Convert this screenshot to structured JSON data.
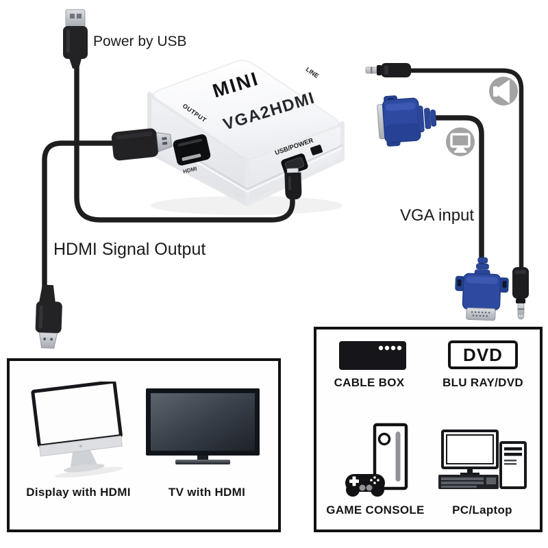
{
  "annotations": {
    "power_by_usb": "Power by USB",
    "hdmi_signal_output": "HDMI Signal Output",
    "vga_input": "VGA input"
  },
  "converter": {
    "brand": "MINI",
    "model": "VGA2HDMI",
    "port_labels": {
      "output": "OUTPUT",
      "line": "LINE",
      "usb_power": "USB/POWER",
      "hdmi": "HDMI"
    }
  },
  "hdmi_devices_panel": {
    "display_label": "Display with HDMI",
    "tv_label": "TV with HDMI"
  },
  "source_devices_panel": {
    "cable_box_label": "CABLE BOX",
    "bluray_label": "BLU RAY/DVD",
    "dvd_logo_text": "DVD",
    "game_console_label": "GAME CONSOLE",
    "pc_label": "PC/Laptop"
  },
  "icons": {
    "speaker": "speaker-icon",
    "monitor": "monitor-icon"
  },
  "colors": {
    "cable": "#1e1e1f",
    "vga_blue": "#2e4aa0",
    "icon_gray": "#a3a3a3",
    "panel_border": "#121212",
    "background": "#ffffff"
  }
}
